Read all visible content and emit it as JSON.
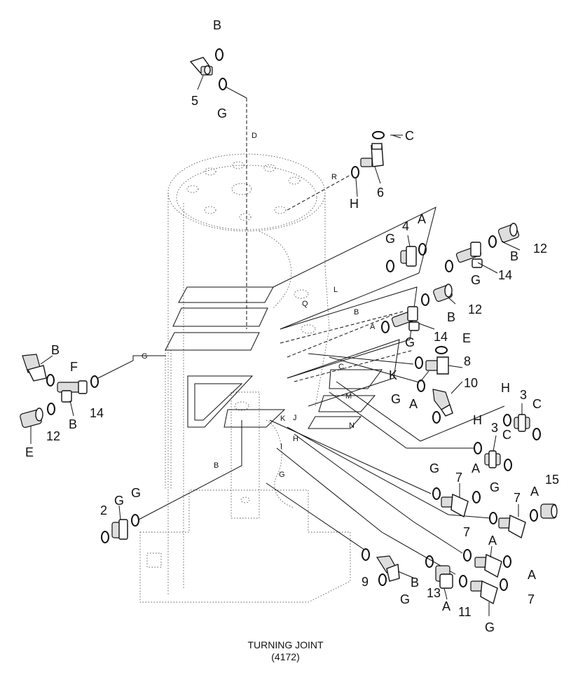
{
  "caption": {
    "title": "TURNING JOINT",
    "code": "(4172)"
  },
  "callouts": [
    {
      "id": "c1",
      "text": "B"
    },
    {
      "id": "c2",
      "text": "5"
    },
    {
      "id": "c3",
      "text": "G"
    },
    {
      "id": "c4",
      "text": "D"
    },
    {
      "id": "c5",
      "text": "C"
    },
    {
      "id": "c6",
      "text": "R"
    },
    {
      "id": "c7",
      "text": "H"
    },
    {
      "id": "c8",
      "text": "6"
    },
    {
      "id": "c9",
      "text": "4"
    },
    {
      "id": "c10",
      "text": "A"
    },
    {
      "id": "c11",
      "text": "G"
    },
    {
      "id": "c12",
      "text": "B"
    },
    {
      "id": "c13",
      "text": "12"
    },
    {
      "id": "c14",
      "text": "G"
    },
    {
      "id": "c15",
      "text": "14"
    },
    {
      "id": "c16",
      "text": "L"
    },
    {
      "id": "c17",
      "text": "Q"
    },
    {
      "id": "c18",
      "text": "B"
    },
    {
      "id": "c19",
      "text": "B"
    },
    {
      "id": "c20",
      "text": "12"
    },
    {
      "id": "c21",
      "text": "A"
    },
    {
      "id": "c22",
      "text": "14"
    },
    {
      "id": "c23",
      "text": "G"
    },
    {
      "id": "c24",
      "text": "E"
    },
    {
      "id": "c25",
      "text": "8"
    },
    {
      "id": "c26",
      "text": "K"
    },
    {
      "id": "c27",
      "text": "C"
    },
    {
      "id": "c28",
      "text": "10"
    },
    {
      "id": "c29",
      "text": "G"
    },
    {
      "id": "c30",
      "text": "A"
    },
    {
      "id": "c31",
      "text": "M"
    },
    {
      "id": "c32",
      "text": "H"
    },
    {
      "id": "c33",
      "text": "3"
    },
    {
      "id": "c34",
      "text": "C"
    },
    {
      "id": "c35",
      "text": "K"
    },
    {
      "id": "c36",
      "text": "J"
    },
    {
      "id": "c37",
      "text": "N"
    },
    {
      "id": "c38",
      "text": "H"
    },
    {
      "id": "c39",
      "text": "3"
    },
    {
      "id": "c40",
      "text": "C"
    },
    {
      "id": "c41",
      "text": "H"
    },
    {
      "id": "c42",
      "text": "I"
    },
    {
      "id": "c43",
      "text": "G"
    },
    {
      "id": "c44",
      "text": "7"
    },
    {
      "id": "c45",
      "text": "A"
    },
    {
      "id": "c46",
      "text": "G"
    },
    {
      "id": "c47",
      "text": "7"
    },
    {
      "id": "c48",
      "text": "A"
    },
    {
      "id": "c49",
      "text": "15"
    },
    {
      "id": "c50",
      "text": "G"
    },
    {
      "id": "c51",
      "text": "7"
    },
    {
      "id": "c52",
      "text": "A"
    },
    {
      "id": "c53",
      "text": "A"
    },
    {
      "id": "c54",
      "text": "7"
    },
    {
      "id": "c55",
      "text": "G"
    },
    {
      "id": "c56",
      "text": "9"
    },
    {
      "id": "c57",
      "text": "B"
    },
    {
      "id": "c58",
      "text": "G"
    },
    {
      "id": "c59",
      "text": "13"
    },
    {
      "id": "c60",
      "text": "A"
    },
    {
      "id": "c61",
      "text": "11"
    },
    {
      "id": "c62",
      "text": "B"
    },
    {
      "id": "c63",
      "text": "F"
    },
    {
      "id": "c64",
      "text": "G"
    },
    {
      "id": "c65",
      "text": "14"
    },
    {
      "id": "c66",
      "text": "B"
    },
    {
      "id": "c67",
      "text": "12"
    },
    {
      "id": "c68",
      "text": "E"
    },
    {
      "id": "c69",
      "text": "B"
    },
    {
      "id": "c70",
      "text": "2"
    },
    {
      "id": "c71",
      "text": "G"
    },
    {
      "id": "c72",
      "text": "G"
    }
  ]
}
